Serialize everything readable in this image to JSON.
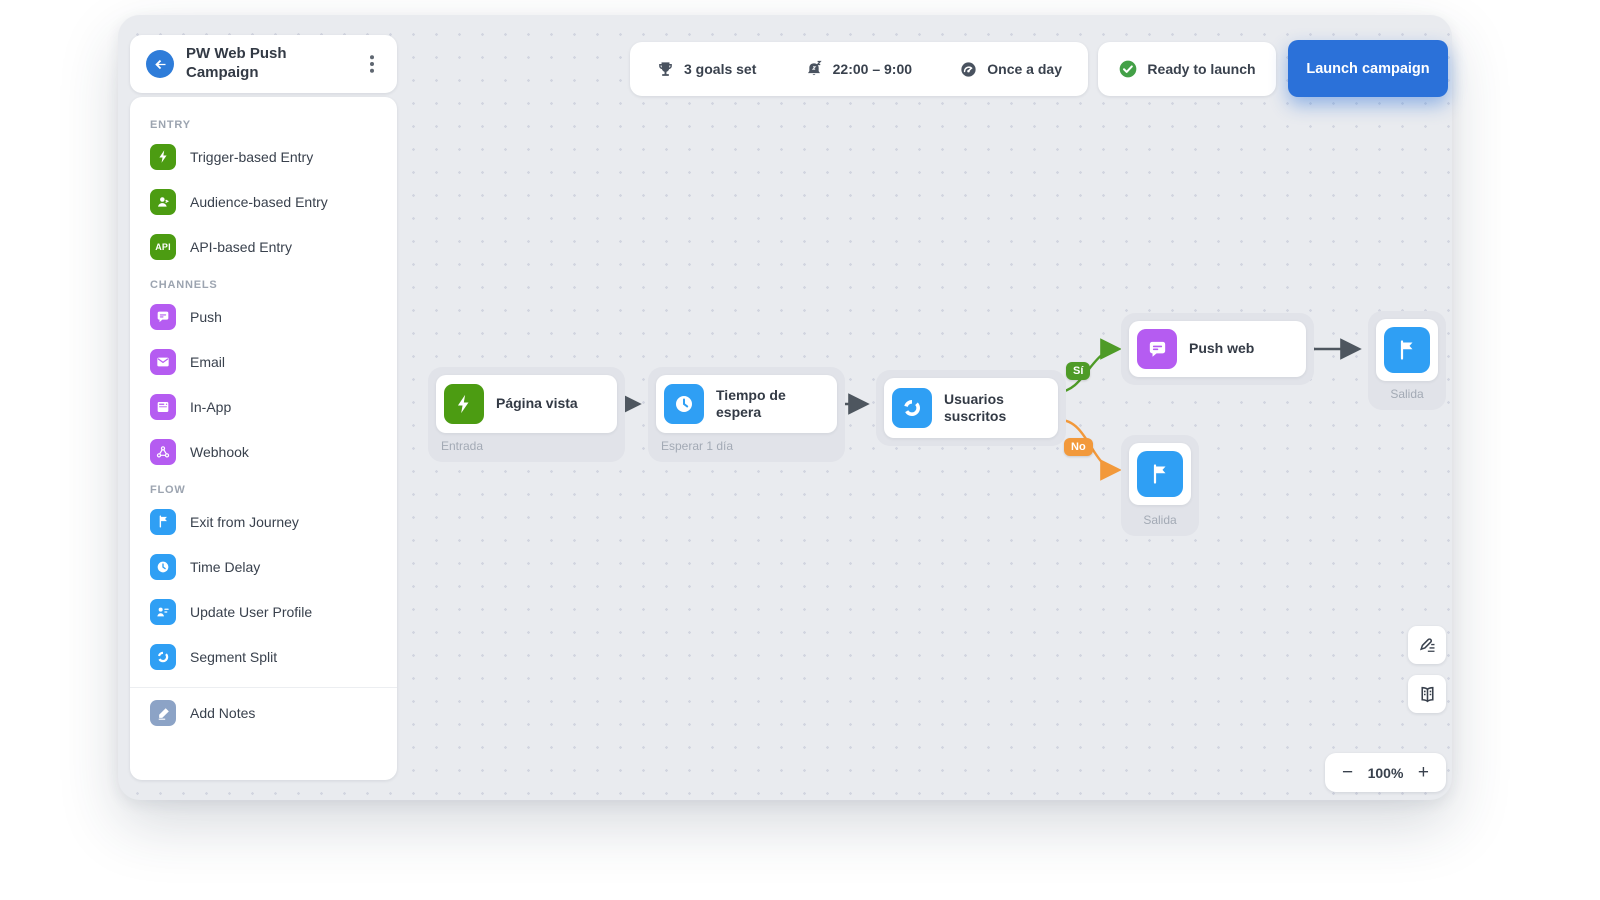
{
  "app": {
    "title": "PW Web Push Campaign"
  },
  "sidebar": {
    "sections": [
      {
        "label": "ENTRY",
        "items": [
          {
            "label": "Trigger-based Entry",
            "icon": "lightning-icon"
          },
          {
            "label": "Audience-based Entry",
            "icon": "audience-icon"
          },
          {
            "label": "API-based Entry",
            "icon": "api-icon",
            "icon_text": "API"
          }
        ]
      },
      {
        "label": "CHANNELS",
        "items": [
          {
            "label": "Push",
            "icon": "push-chat-icon"
          },
          {
            "label": "Email",
            "icon": "email-icon"
          },
          {
            "label": "In-App",
            "icon": "inapp-icon"
          },
          {
            "label": "Webhook",
            "icon": "webhook-icon"
          }
        ]
      },
      {
        "label": "FLOW",
        "items": [
          {
            "label": "Exit from Journey",
            "icon": "flag-icon"
          },
          {
            "label": "Time Delay",
            "icon": "clock-icon"
          },
          {
            "label": "Update User Profile",
            "icon": "user-profile-icon"
          },
          {
            "label": "Segment Split",
            "icon": "segment-split-icon"
          }
        ]
      }
    ],
    "footer": {
      "label": "Add Notes",
      "icon": "marker-icon"
    }
  },
  "toolbar": {
    "goals": "3 goals set",
    "quiet_hours": "22:00 – 9:00",
    "frequency": "Once a day",
    "status": "Ready to launch",
    "launch_label": "Launch campaign"
  },
  "canvas": {
    "nodes": {
      "entry": {
        "title": "Página vista",
        "caption": "Entrada"
      },
      "delay": {
        "title": "Tiempo de espera",
        "caption": "Esperar 1 día"
      },
      "split": {
        "title": "Usuarios suscritos"
      },
      "push": {
        "title": "Push web"
      },
      "exit_top": {
        "caption": "Salida"
      },
      "exit_bottom": {
        "caption": "Salida"
      }
    },
    "branches": {
      "yes": "Sí",
      "no": "No"
    }
  },
  "zoom": {
    "out": "−",
    "level": "100%",
    "in": "+"
  },
  "colors": {
    "entry_green": "#4C9C12",
    "channel_purple": "#B55CF1",
    "flow_blue": "#2F9FF4",
    "launch_blue": "#2B71D9",
    "yes_green": "#4E9B27",
    "no_orange": "#F2993B"
  }
}
